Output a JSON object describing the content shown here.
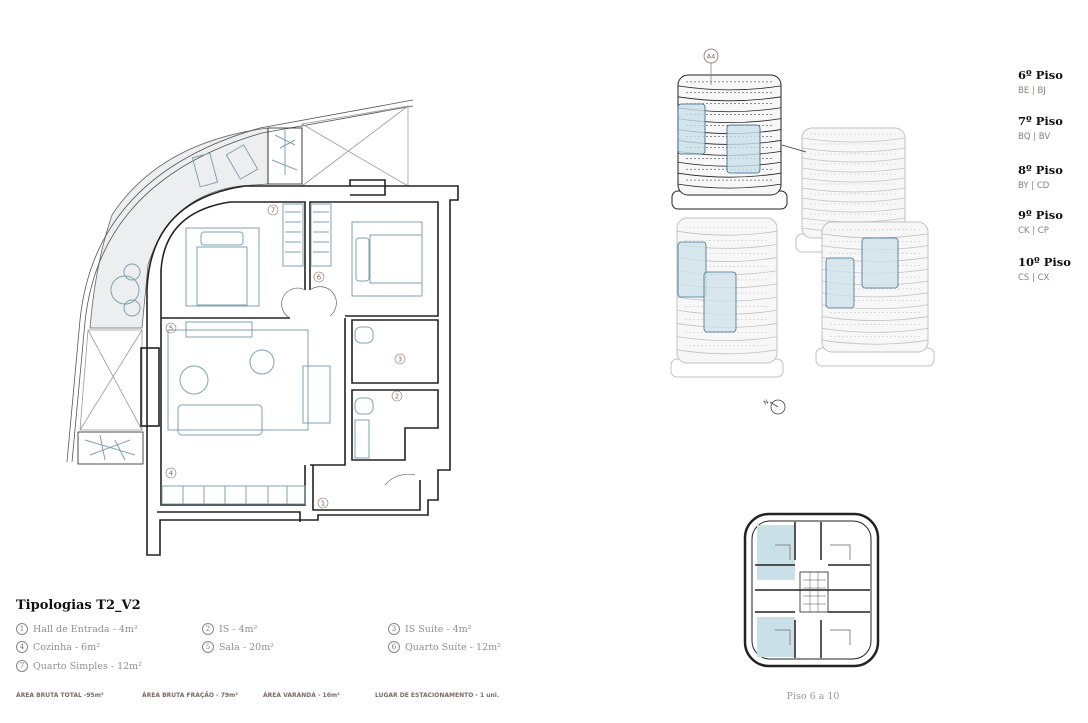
{
  "legend": {
    "title": "Tipologias T2_V2",
    "items": [
      {
        "num": "1",
        "label": "Hall de Entrada - 4m²"
      },
      {
        "num": "2",
        "label": "IS - 4m²"
      },
      {
        "num": "3",
        "label": "IS Suíte - 4m²"
      },
      {
        "num": "4",
        "label": "Cozinha - 6m²"
      },
      {
        "num": "5",
        "label": "Sala - 20m²"
      },
      {
        "num": "6",
        "label": "Quarto Suíte - 12m²"
      },
      {
        "num": "7",
        "label": "Quarto Simples - 12m²"
      }
    ]
  },
  "stats": [
    "ÁREA BRUTA TOTAL -95m²",
    "ÁREA BRUTA FRAÇÃO - 79m²",
    "ÁREA VARANDA - 16m²",
    "LUGAR DE ESTACIONAMENTO - 1 uni."
  ],
  "floors": [
    {
      "name": "6º Piso",
      "units": "BE | BJ"
    },
    {
      "name": "7º Piso",
      "units": "BQ | BV"
    },
    {
      "name": "8º Piso",
      "units": "BY | CD"
    },
    {
      "name": "9º Piso",
      "units": "CK | CP"
    },
    {
      "name": "10º Piso",
      "units": "CS | CX"
    }
  ],
  "building_label": "A4",
  "compass_label": "N",
  "keyplan_caption": "Piso 6 a 10",
  "plan": {
    "room_markers": [
      "1",
      "2",
      "3",
      "4",
      "5",
      "6",
      "7"
    ]
  },
  "colors": {
    "furniture": "#7fa3b0",
    "highlight": "#c9e0e8",
    "wall": "#222222",
    "balcony": "#eceef0",
    "marker": "#8b6a5a"
  }
}
